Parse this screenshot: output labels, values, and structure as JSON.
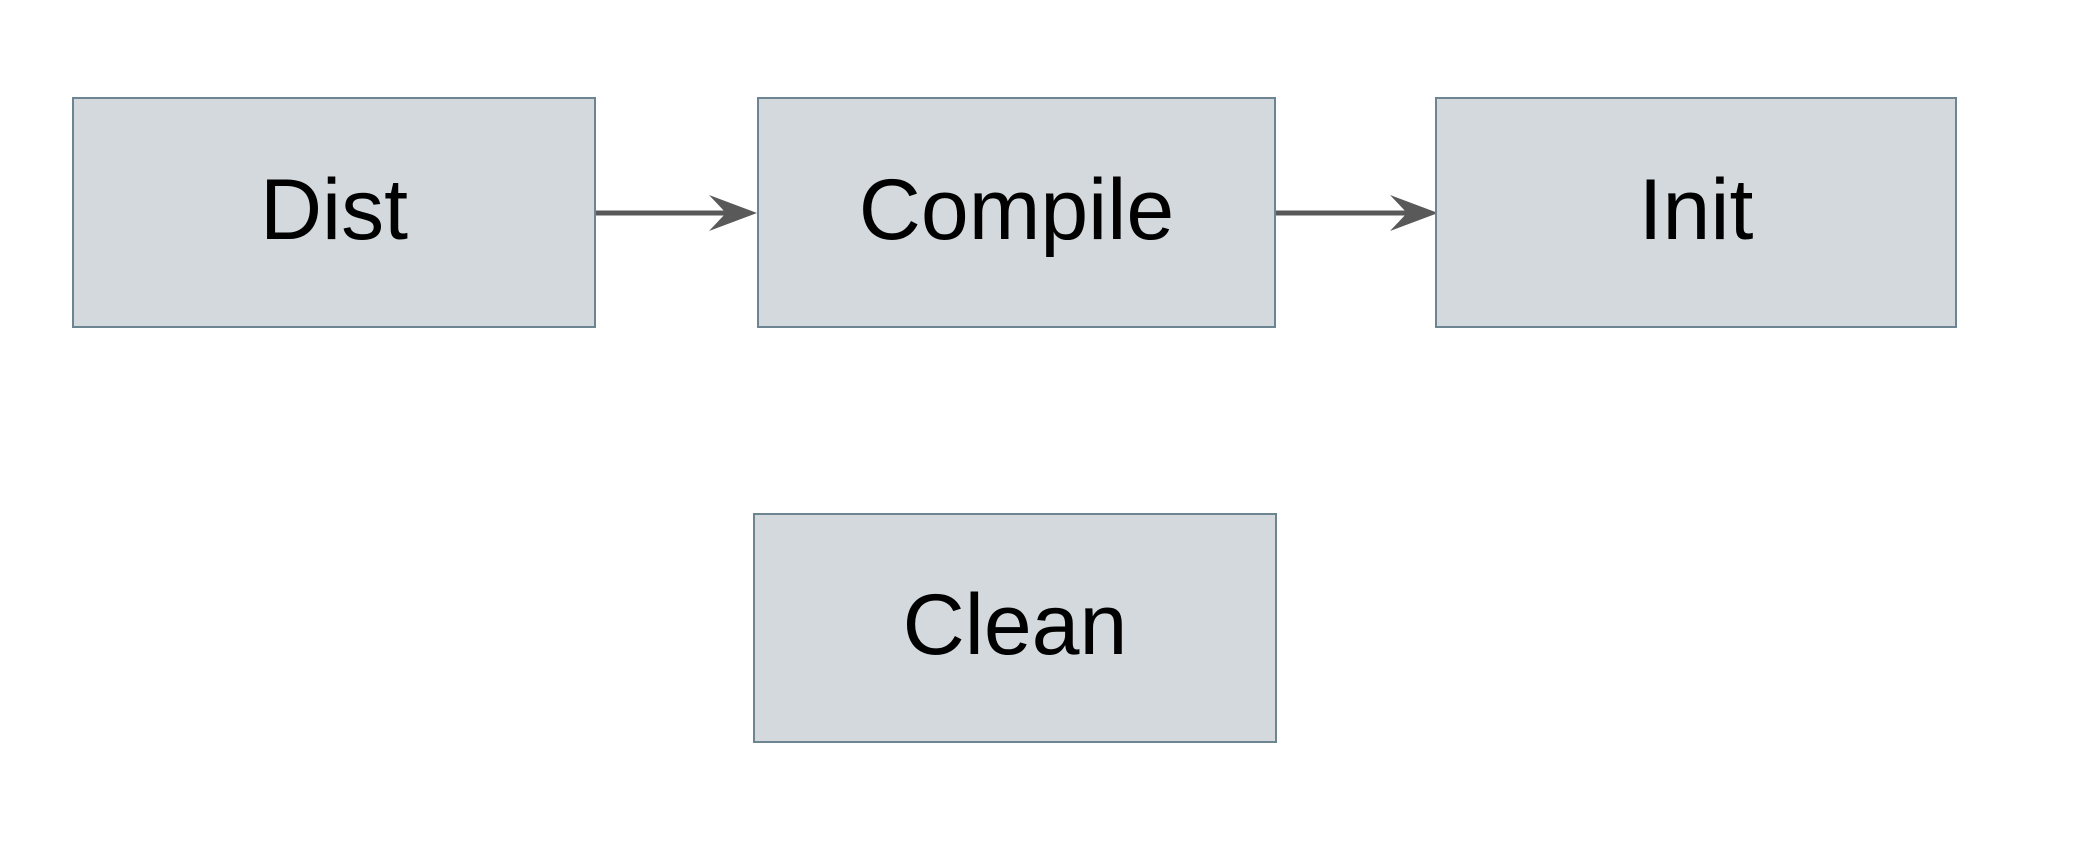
{
  "diagram": {
    "type": "flowchart",
    "nodes": [
      {
        "id": "dist",
        "label": "Dist"
      },
      {
        "id": "compile",
        "label": "Compile"
      },
      {
        "id": "init",
        "label": "Init"
      },
      {
        "id": "clean",
        "label": "Clean"
      }
    ],
    "edges": [
      {
        "from": "Dist",
        "to": "Compile",
        "style": "arrow-right"
      },
      {
        "from": "Compile",
        "to": "Init",
        "style": "arrow-right"
      }
    ],
    "colors": {
      "node_fill": "#d3d9dc",
      "node_border": "#6d8593",
      "arrow": "#595959",
      "text": "#000000",
      "background": "#ffffff"
    }
  }
}
